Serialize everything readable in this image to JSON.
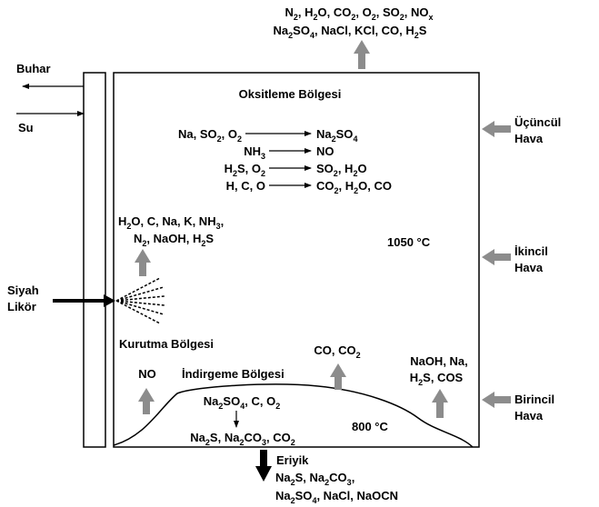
{
  "top_output": {
    "line1": [
      [
        "N",
        ""
      ],
      [
        "2",
        "sub"
      ],
      [
        ", H",
        ""
      ],
      [
        "2",
        "sub"
      ],
      [
        "O, CO",
        ""
      ],
      [
        "2",
        "sub"
      ],
      [
        ", O",
        ""
      ],
      [
        "2",
        "sub"
      ],
      [
        ", SO",
        ""
      ],
      [
        "2",
        "sub"
      ],
      [
        ", NO",
        ""
      ],
      [
        "x",
        "sub"
      ]
    ],
    "line2": [
      [
        "Na",
        ""
      ],
      [
        "2",
        "sub"
      ],
      [
        "SO",
        ""
      ],
      [
        "4",
        "sub"
      ],
      [
        ", NaCl, KCl, CO, H",
        ""
      ],
      [
        "2",
        "sub"
      ],
      [
        "S",
        ""
      ]
    ]
  },
  "left": {
    "steam": "Buhar",
    "water": "Su",
    "liquor_1": "Siyah",
    "liquor_2": "Likör"
  },
  "zones": {
    "oxidation": "Oksitleme Bölgesi",
    "drying": "Kurutma Bölgesi",
    "reduction": "İndirgeme Bölgesi"
  },
  "temps": {
    "upper": "1050 °C",
    "lower": "800 °C"
  },
  "reactions": [
    {
      "lhs": [
        [
          "Na, SO",
          ""
        ],
        [
          "2",
          "sub"
        ],
        [
          ", O",
          ""
        ],
        [
          "2",
          "sub"
        ]
      ],
      "rhs": [
        [
          "Na",
          ""
        ],
        [
          "2",
          "sub"
        ],
        [
          "SO",
          ""
        ],
        [
          "4",
          "sub"
        ]
      ]
    },
    {
      "lhs": [
        [
          "NH",
          ""
        ],
        [
          "3",
          "sub"
        ]
      ],
      "rhs": [
        [
          "NO",
          ""
        ]
      ]
    },
    {
      "lhs": [
        [
          "H",
          ""
        ],
        [
          "2",
          "sub"
        ],
        [
          "S, O",
          ""
        ],
        [
          "2",
          "sub"
        ]
      ],
      "rhs": [
        [
          "SO",
          ""
        ],
        [
          "2",
          "sub"
        ],
        [
          ", H",
          ""
        ],
        [
          "2",
          "sub"
        ],
        [
          "O",
          ""
        ]
      ]
    },
    {
      "lhs": [
        [
          "H, C, O",
          ""
        ]
      ],
      "rhs": [
        [
          "CO",
          ""
        ],
        [
          "2",
          "sub"
        ],
        [
          ", H",
          ""
        ],
        [
          "2",
          "sub"
        ],
        [
          "O, CO",
          ""
        ]
      ]
    }
  ],
  "drying_products": {
    "line1": [
      [
        "H",
        ""
      ],
      [
        "2",
        "sub"
      ],
      [
        "O, C, Na, K, NH",
        ""
      ],
      [
        "3",
        "sub"
      ],
      [
        ",",
        ""
      ]
    ],
    "line2": [
      [
        "N",
        ""
      ],
      [
        "2",
        "sub"
      ],
      [
        ", NaOH, H",
        ""
      ],
      [
        "2",
        "sub"
      ],
      [
        "S",
        ""
      ]
    ]
  },
  "bed_labels": {
    "no": [
      [
        "NO",
        ""
      ]
    ],
    "co": [
      [
        "CO, CO",
        ""
      ],
      [
        "2",
        "sub"
      ]
    ],
    "naoh_1": [
      [
        "NaOH, Na,",
        ""
      ]
    ],
    "naoh_2": [
      [
        "H",
        ""
      ],
      [
        "2",
        "sub"
      ],
      [
        "S, COS",
        ""
      ]
    ],
    "bed_input": [
      [
        "Na",
        ""
      ],
      [
        "2",
        "sub"
      ],
      [
        "SO",
        ""
      ],
      [
        "4",
        "sub"
      ],
      [
        ", C, O",
        ""
      ],
      [
        "2",
        "sub"
      ]
    ],
    "bed_output": [
      [
        "Na",
        ""
      ],
      [
        "2",
        "sub"
      ],
      [
        "S, Na",
        ""
      ],
      [
        "2",
        "sub"
      ],
      [
        "CO",
        ""
      ],
      [
        "3",
        "sub"
      ],
      [
        ", CO",
        ""
      ],
      [
        "2",
        "sub"
      ]
    ]
  },
  "air": {
    "tertiary_1": "Üçüncül",
    "tertiary_2": "Hava",
    "secondary_1": "İkincil",
    "secondary_2": "Hava",
    "primary_1": "Birincil",
    "primary_2": "Hava"
  },
  "smelt": {
    "title": [
      [
        "Eriyik",
        ""
      ]
    ],
    "line1": [
      [
        "Na",
        ""
      ],
      [
        "2",
        "sub"
      ],
      [
        "S, Na",
        ""
      ],
      [
        "2",
        "sub"
      ],
      [
        "CO",
        ""
      ],
      [
        "3",
        "sub"
      ],
      [
        ",",
        ""
      ]
    ],
    "line2": [
      [
        "Na",
        ""
      ],
      [
        "2",
        "sub"
      ],
      [
        "SO",
        ""
      ],
      [
        "4",
        "sub"
      ],
      [
        ", NaCl, NaOCN",
        ""
      ]
    ]
  },
  "colors": {
    "grey_arrow": "#8c8c8c",
    "line": "#000000"
  }
}
